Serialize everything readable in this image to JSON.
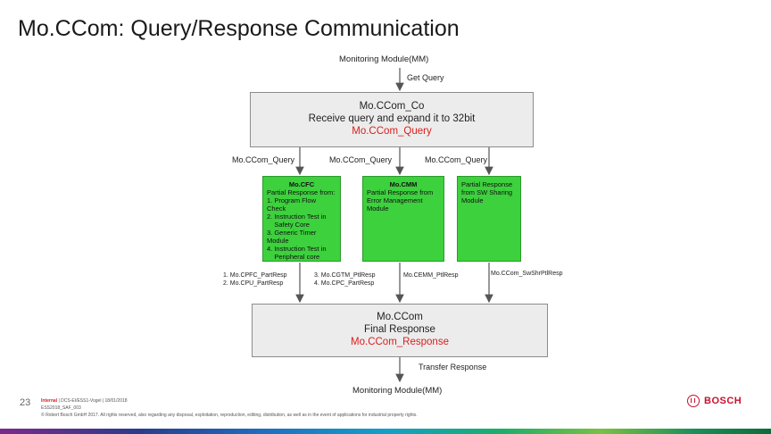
{
  "slide": {
    "title": "Mo.CCom: Query/Response Communication",
    "page_number": "23"
  },
  "diagram": {
    "top_module": "Monitoring Module(MM)",
    "get_query": "Get Query",
    "co_box": {
      "line1": "Mo.CCom_Co",
      "line2": "Receive query and expand it to 32bit",
      "line3": "Mo.CCom_Query"
    },
    "query_labels": [
      "Mo.CCom_Query",
      "Mo.CCom_Query",
      "Mo.CCom_Query"
    ],
    "cfc_box": {
      "heading": "Mo.CFC",
      "lines": [
        "Partial Response from:",
        "1. Program Flow Check",
        "2. Instruction Test in",
        "    Safety Core",
        "3. Generic Timer Module",
        "4. Instruction Test in",
        "    Peripheral core"
      ]
    },
    "cmm_box": {
      "heading": "Mo.CMM",
      "lines": [
        "Partial Response from",
        "Error Management",
        "Module"
      ]
    },
    "sw_box": {
      "lines": [
        "Partial Response",
        "from SW Sharing",
        "Module"
      ]
    },
    "resp_labels": {
      "pfc": "1. Mo.CPFC_PartResp",
      "pu": "2. Mo.CPU_PartResp",
      "gtm": "3. Mo.CGTM_PtlResp",
      "pc": "4. Mo.CPC_PartResp",
      "emm": "Mo.CEMM_PtlResp",
      "sw": "Mo.CCom_SwShrPtlResp"
    },
    "com_box": {
      "line1": "Mo.CCom",
      "line2": "Final Response",
      "line3": "Mo.CCom_Response"
    },
    "transfer_response": "Transfer Response",
    "bottom_module": "Monitoring Module(MM)"
  },
  "footer": {
    "internal": "Internal",
    "meta": "| DCS-EI/ESS1-Vogel | 18/01/2018",
    "doc_id": "ESS2018_SAF_003",
    "copyright": "© Robert Bosch GmbH 2017. All rights reserved, also regarding any disposal, exploitation, reproduction, editing, distribution, as well as in the event of applications for industrial property rights."
  },
  "brand": {
    "logo_text": "BOSCH",
    "logo_color": "#c8102e",
    "green": "#3dd13d",
    "red_text": "#d81e1e"
  }
}
